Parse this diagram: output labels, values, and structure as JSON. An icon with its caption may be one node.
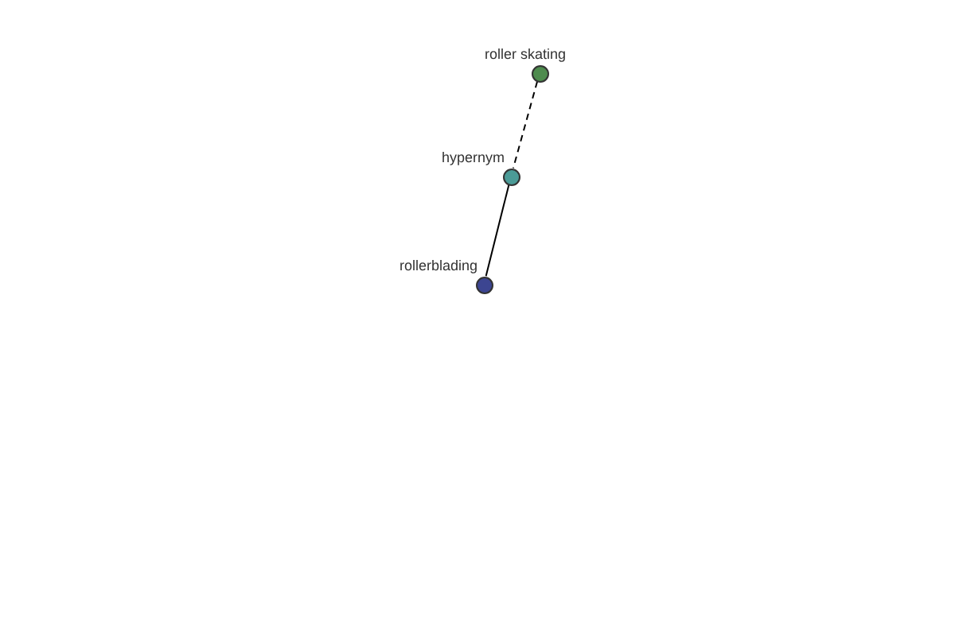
{
  "diagram": {
    "nodes": [
      {
        "text": [],
        "shape": "circle",
        "beside": [
          "roller skating"
        ]
      },
      {
        "text": [],
        "shape": "circle",
        "beside": [
          "hypernym"
        ]
      },
      {
        "text": [],
        "shape": "circle",
        "beside": [
          "rollerblading"
        ]
      }
    ],
    "edges": [
      {
        "from": 0,
        "to": 1,
        "arrow": "none",
        "style": "dashed"
      },
      {
        "from": 1,
        "to": 2,
        "arrow": "none"
      }
    ]
  }
}
